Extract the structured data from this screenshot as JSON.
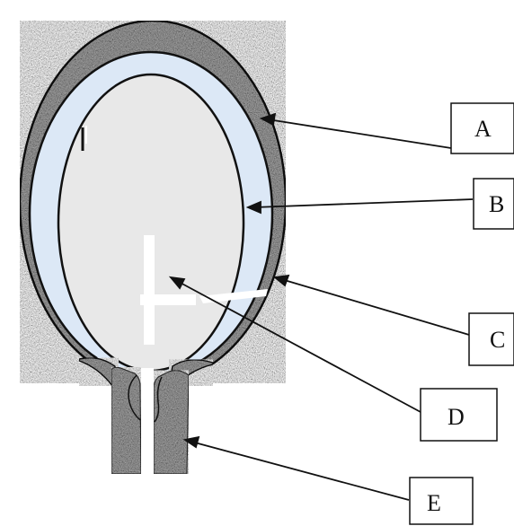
{
  "labels": {
    "A": "A",
    "B": "B",
    "C": "C",
    "D": "D",
    "E": "E"
  },
  "colors": {
    "outer_layer": "#9a9a9a",
    "middle_layer": "#dde9f7",
    "inner_cavity": "#e6e6e6",
    "outline": "#111111",
    "slit": "#ffffff"
  }
}
